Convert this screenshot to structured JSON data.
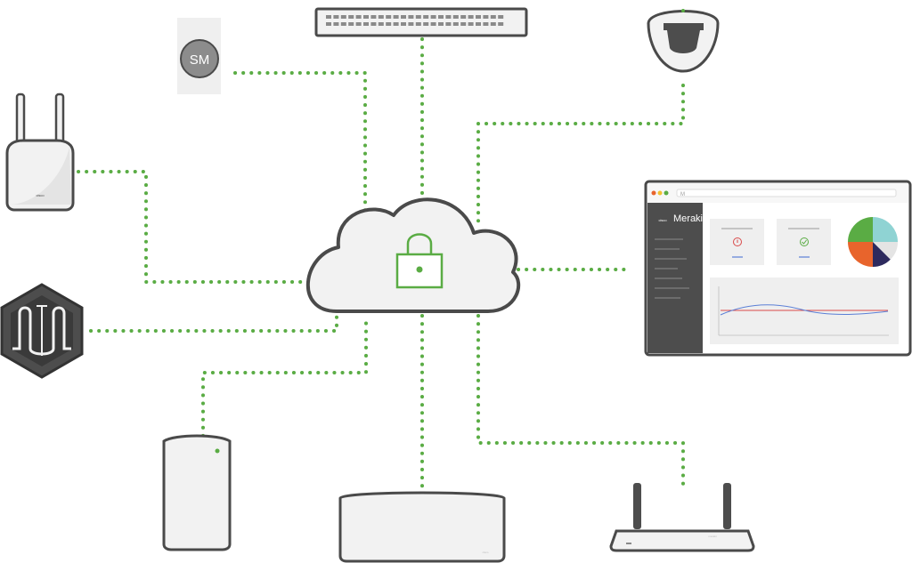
{
  "devices": {
    "sm_label": "SM",
    "dashboard_app_name": "Meraki",
    "dashboard_url_text": "M",
    "brand_text": "cisco",
    "router_brand_text": "meraki"
  },
  "colors": {
    "link_dots": "#5aac44",
    "lock": "#5aac44",
    "outline": "#4a4a4a",
    "device_fill": "#f2f2f2",
    "sidebar": "#4d4d4d",
    "pie_green": "#5aac44",
    "pie_teal": "#8fd3d3",
    "pie_orange": "#e8642c",
    "pie_navy": "#2d2a5e",
    "chart_blue": "#5b7fd6",
    "chart_red": "#d94a4a"
  }
}
